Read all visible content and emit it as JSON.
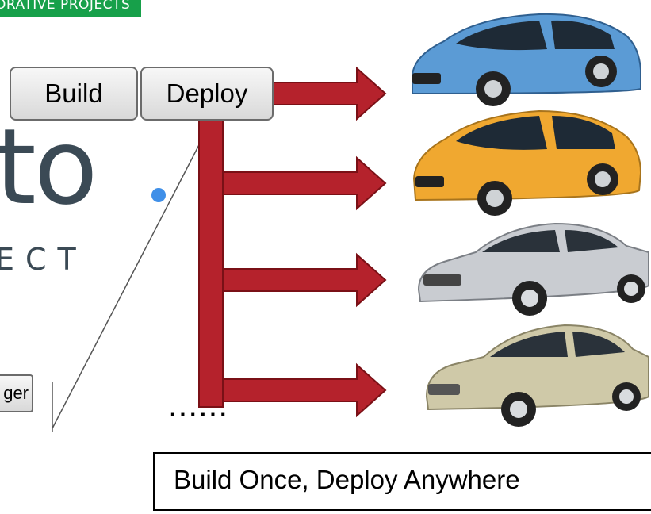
{
  "banner": {
    "text": "ORATIVE PROJECTS",
    "color": "#17a04a"
  },
  "buttons": {
    "build": "Build",
    "deploy": "Deploy",
    "partial": "ger"
  },
  "logo": {
    "word": "to",
    "subtitle": "ECT"
  },
  "continuation": "......",
  "tagline": "Build Once, Deploy Anywhere",
  "colors": {
    "arrow": "#b5222c",
    "arrow_outline": "#7a1016",
    "dot": "#3f8fe8"
  },
  "cars": [
    {
      "name": "blue-hatchback-icon",
      "color": "#5b9bd5"
    },
    {
      "name": "orange-hatchback-icon",
      "color": "#f0a830"
    },
    {
      "name": "silver-sedan-icon",
      "color": "#c9ccd1"
    },
    {
      "name": "beige-sedan-icon",
      "color": "#cfc9a8"
    }
  ]
}
